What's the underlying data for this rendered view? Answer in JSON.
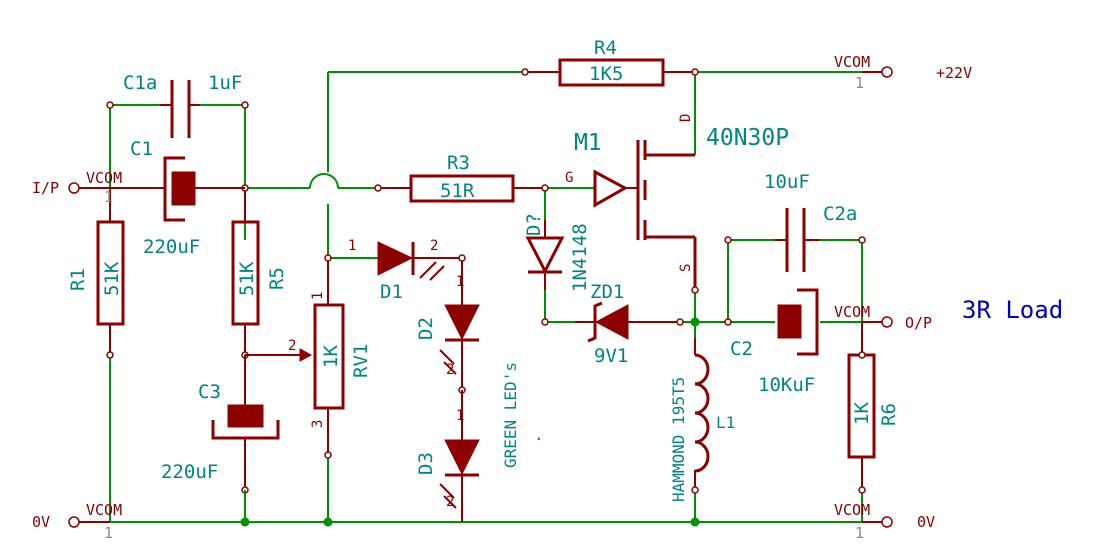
{
  "labels": {
    "r4_ref": "R4",
    "r4_val": "1K5",
    "r3_ref": "R3",
    "r3_val": "51R",
    "r1_ref": "R1",
    "r1_val": "51K",
    "r5_ref": "R5",
    "r5_val": "51K",
    "r6_ref": "R6",
    "r6_val": "1K",
    "rv1_ref": "RV1",
    "rv1_val": "1K",
    "c1a_ref": "C1a",
    "c1a_val": "1uF",
    "c1_ref": "C1",
    "c1_val": "220uF",
    "c3_ref": "C3",
    "c3_val": "220uF",
    "c2a_ref": "C2a",
    "c2a_val": "10uF",
    "c2_ref": "C2",
    "c2_val": "10KuF",
    "m1_ref": "M1",
    "m1_val": "40N30P",
    "d1_ref": "D1",
    "d2_ref": "D2",
    "d3_ref": "D3",
    "dq_ref": "D?",
    "dq_val": "1N4148",
    "zd1_ref": "ZD1",
    "zd1_val": "9V1",
    "l1_ref": "L1",
    "l1_val": "HAMMOND 195T5",
    "leds_note": "GREEN LED's",
    "dot_note": ".",
    "pin_d": "D",
    "pin_g": "G",
    "pin_s": "S",
    "pin_1": "1",
    "pin_2": "2",
    "pin_3": "3",
    "vcom": "VCOM",
    "net_input": "I/P",
    "net_output": "O/P",
    "net_0v": "0V",
    "net_22v": "+22V",
    "load": "3R Load"
  },
  "colors": {
    "wire": "#009100",
    "component": "#8c0000",
    "reference": "#008484",
    "load_note": "#0000c2"
  }
}
